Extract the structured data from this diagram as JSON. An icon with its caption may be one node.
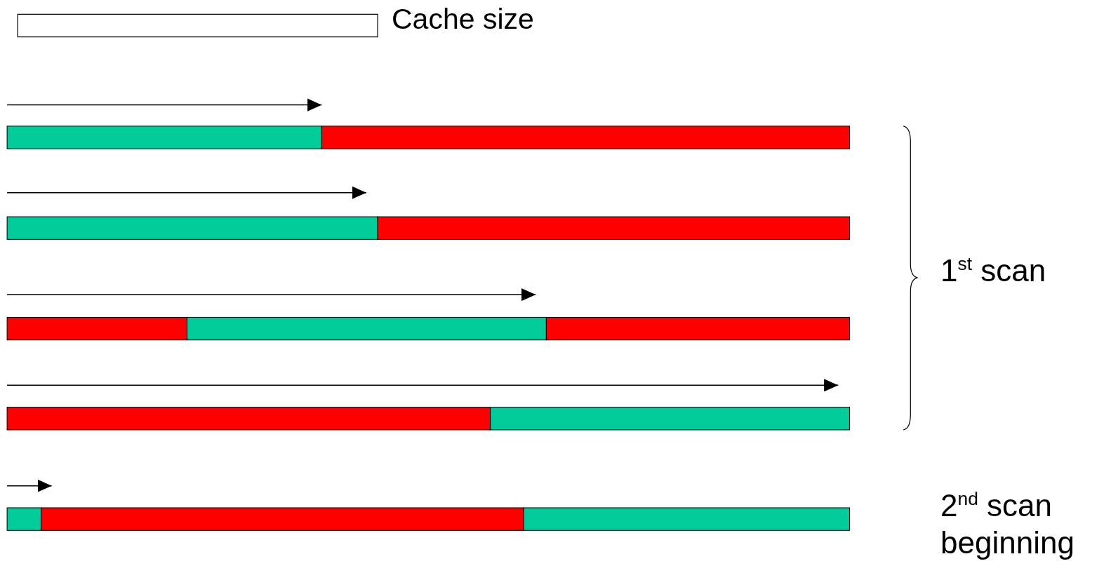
{
  "diagram": {
    "nodes": [
      {
        "text": [],
        "shape": "bar",
        "beside": [
          "Cache size"
        ]
      }
    ],
    "labels": [
      "1$^{st}$ scan",
      "2$^{nd}$ scan beginning"
    ]
  }
}
